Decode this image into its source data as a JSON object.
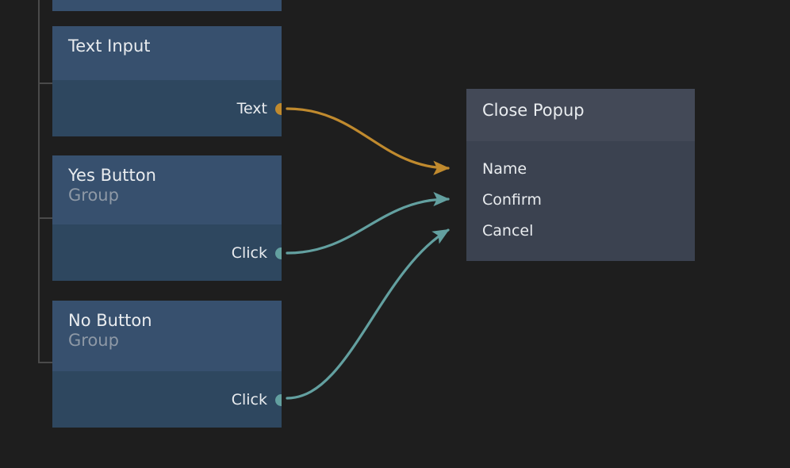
{
  "canvas": {
    "background_color": "#1e1e1e",
    "tree": {
      "spine_color": "#4a4a4a"
    }
  },
  "nodes": [
    {
      "id": "clipped-node",
      "title": "",
      "subtitle": "",
      "kind": "blue",
      "clipped": true,
      "outputs": [],
      "inputs": []
    },
    {
      "id": "text-input",
      "title": "Text Input",
      "subtitle": "",
      "kind": "blue",
      "header_color": "#37506e",
      "body_color": "#2e475f",
      "outputs": [
        {
          "label": "Text",
          "color": "#c08a2e"
        }
      ],
      "inputs": []
    },
    {
      "id": "yes-button",
      "title": "Yes Button",
      "subtitle": "Group",
      "kind": "blue",
      "header_color": "#37506e",
      "body_color": "#2e475f",
      "outputs": [
        {
          "label": "Click",
          "color": "#63a0a0"
        }
      ],
      "inputs": []
    },
    {
      "id": "no-button",
      "title": "No Button",
      "subtitle": "Group",
      "kind": "blue",
      "header_color": "#37506e",
      "body_color": "#2e475f",
      "outputs": [
        {
          "label": "Click",
          "color": "#63a0a0"
        }
      ],
      "inputs": []
    },
    {
      "id": "close-popup",
      "title": "Close Popup",
      "subtitle": "",
      "kind": "gray",
      "header_color": "#434957",
      "body_color": "#3b4250",
      "outputs": [],
      "inputs": [
        {
          "label": "Name",
          "color": "#c08a2e"
        },
        {
          "label": "Confirm",
          "color": "#63a0a0"
        },
        {
          "label": "Cancel",
          "color": "#63a0a0"
        }
      ]
    }
  ],
  "connections": [
    {
      "id": "text-to-name",
      "from": "Text",
      "to": "Name",
      "color": "#c08a2e"
    },
    {
      "id": "yes-to-confirm",
      "from": "Click",
      "to": "Confirm",
      "color": "#63a0a0"
    },
    {
      "id": "no-to-cancel",
      "from": "Click",
      "to": "Cancel",
      "color": "#63a0a0"
    }
  ],
  "colors": {
    "accent_orange": "#c08a2e",
    "accent_teal": "#63a0a0",
    "node_blue_header": "#37506e",
    "node_blue_body": "#2e475f",
    "node_gray_header": "#434957",
    "node_gray_body": "#3b4250",
    "text_primary": "#e9ecef",
    "text_muted": "#8e99a6",
    "background": "#1e1e1e"
  }
}
